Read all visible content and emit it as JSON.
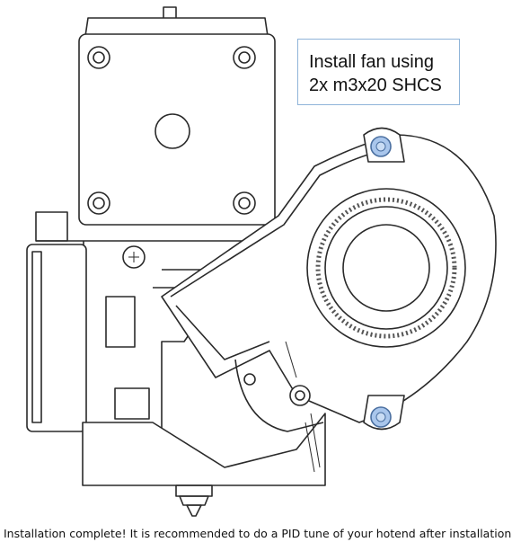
{
  "callout": {
    "line1": "Install fan using",
    "line2": "2x m3x20 SHCS"
  },
  "caption": "Installation complete! It is recommended to do a PID tune of your hotend after installation.",
  "colors": {
    "line": "#2a2a2a",
    "screw_highlight": "#a9c6ec",
    "callout_border": "#8fb4d9"
  },
  "icons": [
    "stepper-motor",
    "blower-fan",
    "m3-screw-highlighted",
    "hotend-nozzle"
  ]
}
